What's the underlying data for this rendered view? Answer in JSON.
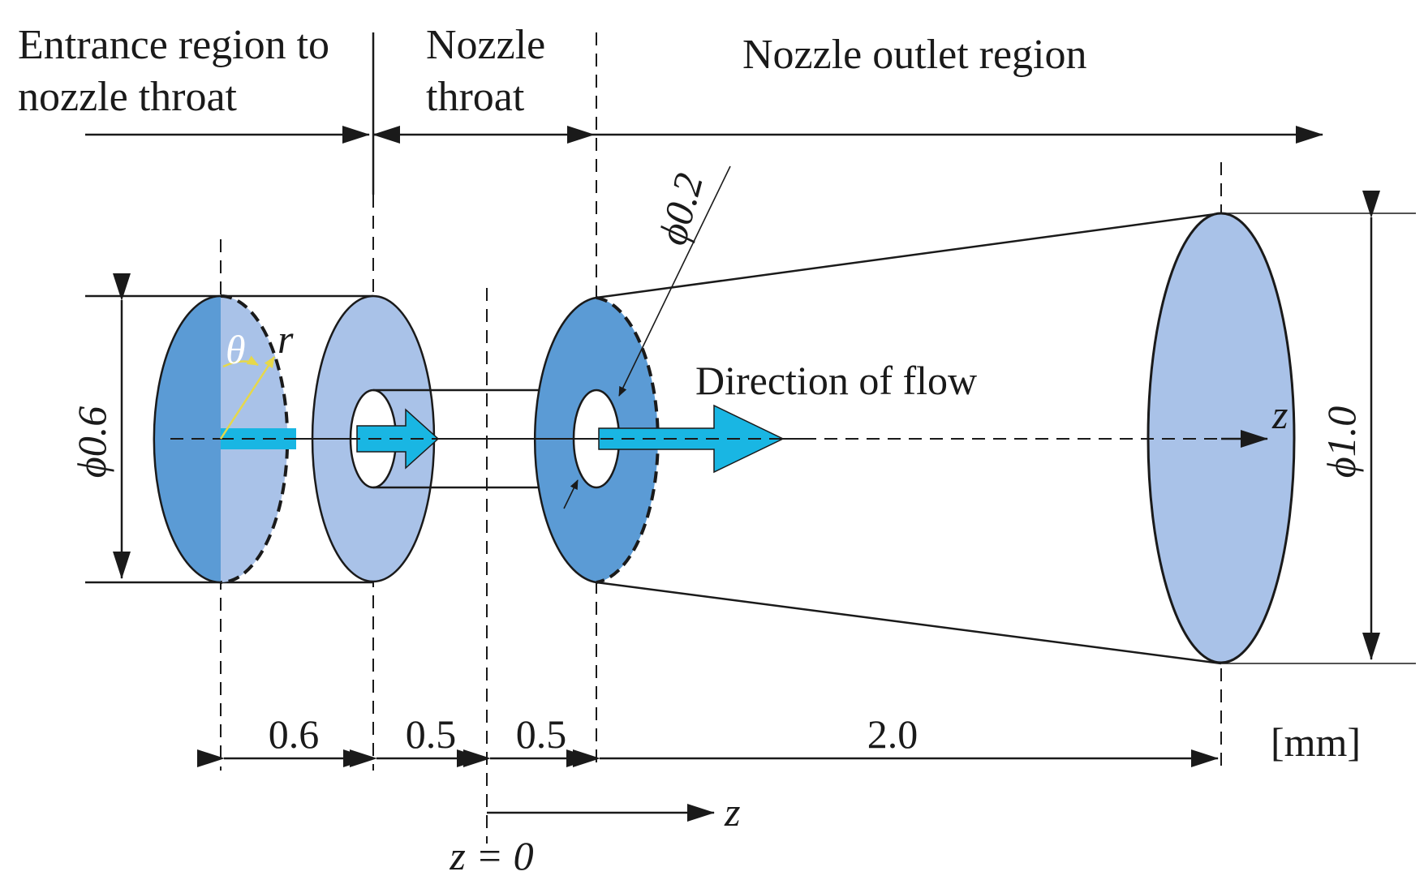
{
  "regions": {
    "entrance": [
      "Entrance region to",
      "nozzle throat"
    ],
    "throat": [
      "Nozzle",
      "throat"
    ],
    "outlet": "Nozzle outlet region"
  },
  "labels": {
    "theta": "θ",
    "r": "r",
    "flow": "Direction of flow",
    "z_axis": "z",
    "z_bottom": "z",
    "z_zero": "z = 0",
    "unit": "[mm]"
  },
  "diameters": {
    "inlet": "ϕ0.6",
    "throat": "ϕ0.2",
    "outlet": "ϕ1.0"
  },
  "lengths": {
    "entrance": "0.6",
    "throat_a": "0.5",
    "throat_b": "0.5",
    "outlet": "2.0"
  },
  "colors": {
    "disk_dark": "#5b9bd5",
    "disk_light": "#a9c2e8",
    "flow_arrow": "#19b6e3"
  }
}
